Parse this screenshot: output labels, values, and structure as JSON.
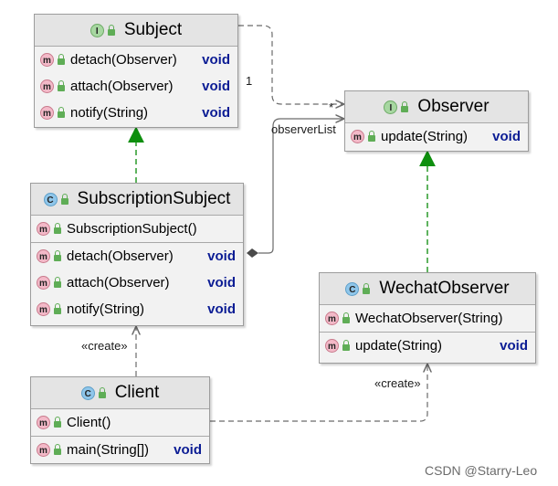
{
  "classes": {
    "subject": {
      "kind": "I",
      "name": "Subject",
      "methods": [
        {
          "badge": "m",
          "name": "detach(Observer)",
          "ret": "void"
        },
        {
          "badge": "m",
          "name": "attach(Observer)",
          "ret": "void"
        },
        {
          "badge": "m",
          "name": "notify(String)",
          "ret": "void"
        }
      ]
    },
    "observer": {
      "kind": "I",
      "name": "Observer",
      "methods": [
        {
          "badge": "m",
          "name": "update(String)",
          "ret": "void"
        }
      ]
    },
    "subscription": {
      "kind": "C",
      "name": "SubscriptionSubject",
      "ctor": {
        "badge": "m",
        "name": "SubscriptionSubject()"
      },
      "methods": [
        {
          "badge": "m",
          "name": "detach(Observer)",
          "ret": "void"
        },
        {
          "badge": "m",
          "name": "attach(Observer)",
          "ret": "void"
        },
        {
          "badge": "m",
          "name": "notify(String)",
          "ret": "void"
        }
      ]
    },
    "wechat": {
      "kind": "C",
      "name": "WechatObserver",
      "ctor": {
        "badge": "m",
        "name": "WechatObserver(String)"
      },
      "methods": [
        {
          "badge": "m",
          "name": "update(String)",
          "ret": "void"
        }
      ]
    },
    "client": {
      "kind": "C",
      "name": "Client",
      "ctor": {
        "badge": "m",
        "name": "Client()"
      },
      "methods": [
        {
          "badge": "m",
          "name": "main(String[])",
          "ret": "void"
        }
      ]
    }
  },
  "labels": {
    "multiplicity_one": "1",
    "multiplicity_many": "*",
    "observer_list": "observerList",
    "create_1": "«create»",
    "create_2": "«create»"
  },
  "watermark": "CSDN @Starry-Leo",
  "colors": {
    "realization": "#2a9a2a",
    "association": "#6a6a6a",
    "return_type": "#0b1c94"
  }
}
